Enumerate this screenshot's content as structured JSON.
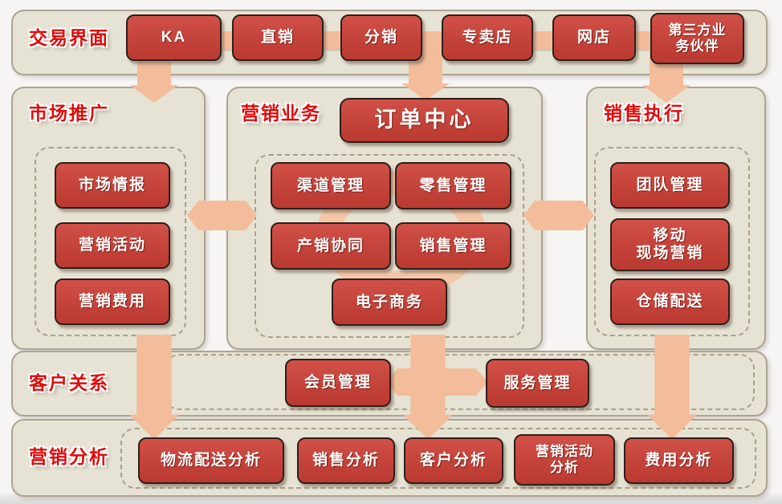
{
  "colors": {
    "node_red": "#c7453d",
    "node_border": "#301e1a",
    "label_red": "#e20a0a",
    "panel_bg": "#e6e3d4",
    "panel_border": "#ada390",
    "dashed_border": "#a3957a",
    "arrow_peach": "#f3bd9b",
    "page_bg": "#f7f5f4",
    "node_text": "#ffffff"
  },
  "sections": {
    "trade": {
      "label": "交易界面",
      "items": [
        "KA",
        "直销",
        "分销",
        "专卖店",
        "网店",
        "第三方业\n务伙伴"
      ]
    },
    "market": {
      "label": "市场推广",
      "items": [
        "市场情报",
        "营销活动",
        "营销费用"
      ]
    },
    "business": {
      "label": "营销业务",
      "order_center": "订单中心",
      "items": [
        "渠道管理",
        "零售管理",
        "产销协同",
        "销售管理",
        "电子商务"
      ]
    },
    "sales": {
      "label": "销售执行",
      "items": [
        "团队管理",
        "移动\n现场营销",
        "仓储配送"
      ]
    },
    "customer": {
      "label": "客户关系",
      "items": [
        "会员管理",
        "服务管理"
      ]
    },
    "analysis": {
      "label": "营销分析",
      "items": [
        "物流配送分析",
        "销售分析",
        "客户分析",
        "营销活动\n分析",
        "费用分析"
      ]
    }
  }
}
